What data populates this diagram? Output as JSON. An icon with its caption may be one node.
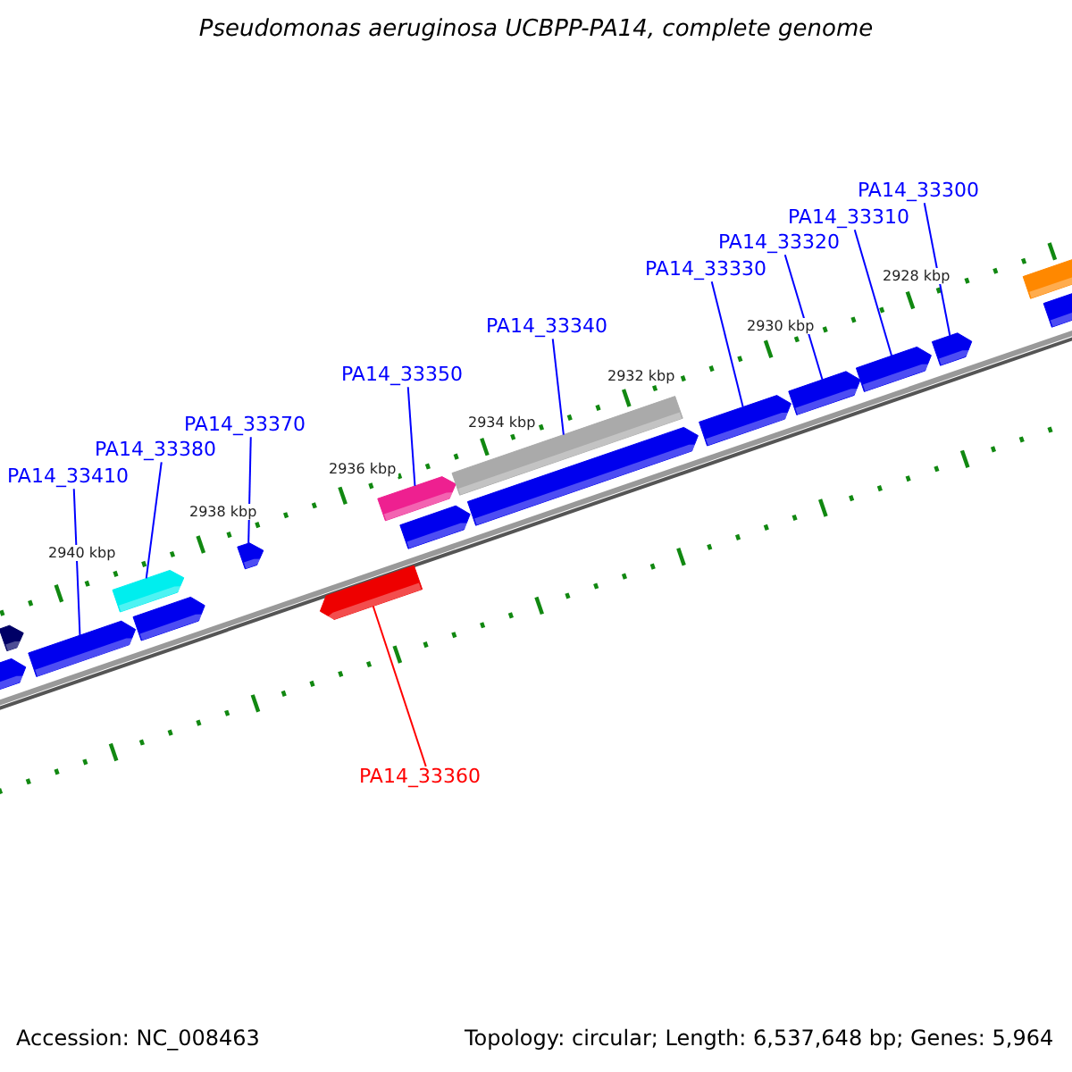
{
  "diagram": {
    "title": "Pseudomonas aeruginosa UCBPP-PA14, complete genome",
    "nodes": [
      {
        "text": [
          "PA14_33300"
        ]
      },
      {
        "text": [
          "PA14_33310"
        ]
      },
      {
        "text": [
          "PA14_33320"
        ]
      },
      {
        "text": [
          "PA14_33330"
        ]
      },
      {
        "text": [
          "PA14_33340"
        ]
      },
      {
        "text": [
          "PA14_33350"
        ]
      },
      {
        "text": [
          "PA14_33370"
        ]
      },
      {
        "text": [
          "PA14_33380"
        ]
      },
      {
        "text": [
          "PA14_33410"
        ]
      },
      {
        "text": [
          "PA14_33360"
        ]
      },
      {
        "text": [],
        "shape": "bar"
      },
      {
        "text": [],
        "shape": "bar"
      },
      {
        "text": [],
        "shape": "bar"
      },
      {
        "text": [],
        "shape": "bar"
      },
      {
        "text": [],
        "shape": "bar"
      },
      {
        "text": [],
        "shape": "bar"
      },
      {
        "text": [],
        "shape": "bar"
      },
      {
        "text": [],
        "shape": "bar"
      },
      {
        "text": [],
        "shape": "bar"
      },
      {
        "text": [],
        "shape": "bar"
      },
      {
        "text": [],
        "shape": "bar"
      },
      {
        "text": [],
        "shape": "bar"
      },
      {
        "text": [],
        "shape": "bar"
      },
      {
        "text": [],
        "shape": "bar"
      },
      {
        "text": [],
        "shape": "bar"
      },
      {
        "text": [],
        "shape": "bar"
      },
      {
        "text": [],
        "shape": "bar"
      }
    ],
    "edges": [
      {
        "from": 0,
        "to": 24,
        "arrow": "none"
      },
      {
        "from": 1,
        "to": 23,
        "arrow": "none"
      },
      {
        "from": 2,
        "to": 22,
        "arrow": "none"
      },
      {
        "from": 3,
        "to": 21,
        "arrow": "none"
      },
      {
        "from": 4,
        "to": 19,
        "arrow": "none"
      },
      {
        "from": 5,
        "to": 17,
        "arrow": "none"
      },
      {
        "from": 6,
        "to": 15,
        "arrow": "none"
      },
      {
        "from": 7,
        "to": 13,
        "arrow": "none"
      },
      {
        "from": 8,
        "to": 12,
        "arrow": "none"
      },
      {
        "from": 9,
        "to": 16,
        "arrow": "none",
        "color": "#ff0000"
      }
    ],
    "labels": [
      "2928 kbp",
      "2930 kbp",
      "2932 kbp",
      "2934 kbp",
      "2936 kbp",
      "2938 kbp",
      "2940 kbp",
      "Accession: NC_008463",
      "Topology: circular; Length: 6,537,648 bp; Genes: 5,964"
    ]
  }
}
